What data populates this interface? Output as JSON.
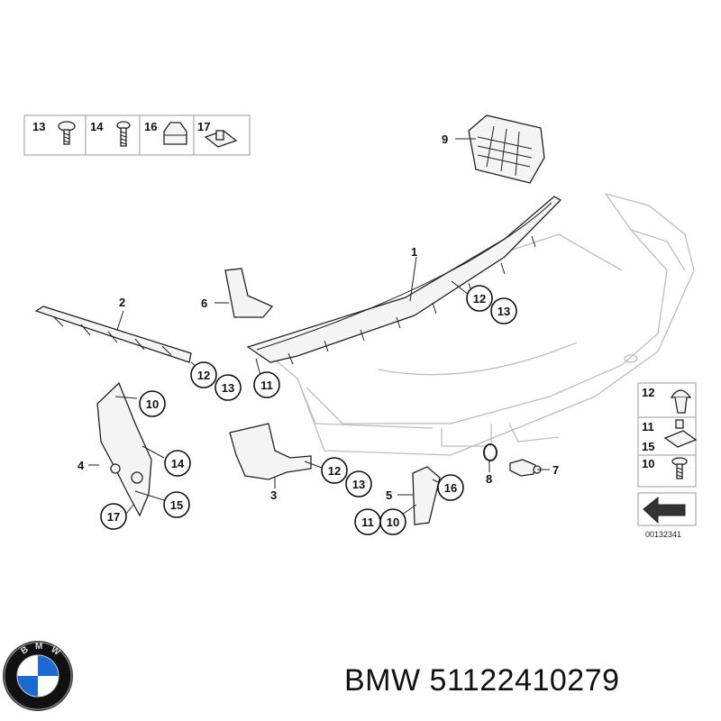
{
  "legend_top": [
    "13",
    "14",
    "16",
    "17"
  ],
  "legend_side": [
    "12",
    "11",
    "15",
    "10"
  ],
  "callouts": {
    "c1": "1",
    "c2": "2",
    "c3": "3",
    "c4": "4",
    "c5": "5",
    "c6": "6",
    "c7": "7",
    "c8": "8",
    "c9": "9",
    "c12a": "12",
    "c13a": "13",
    "c12b": "12",
    "c13b": "13",
    "c11a": "11",
    "c10a": "10",
    "c14a": "14",
    "c15a": "15",
    "c17a": "17",
    "c12c": "12",
    "c13c": "13",
    "c16a": "16",
    "c11b": "11",
    "c10b": "10"
  },
  "diagram_code": "00132341",
  "caption": {
    "brand": "BMW",
    "part_number": "51122410279"
  },
  "logo": {
    "text": "BMW",
    "colors": {
      "blue": "#1c69d4",
      "white": "#ffffff",
      "ring": "#111111"
    }
  }
}
